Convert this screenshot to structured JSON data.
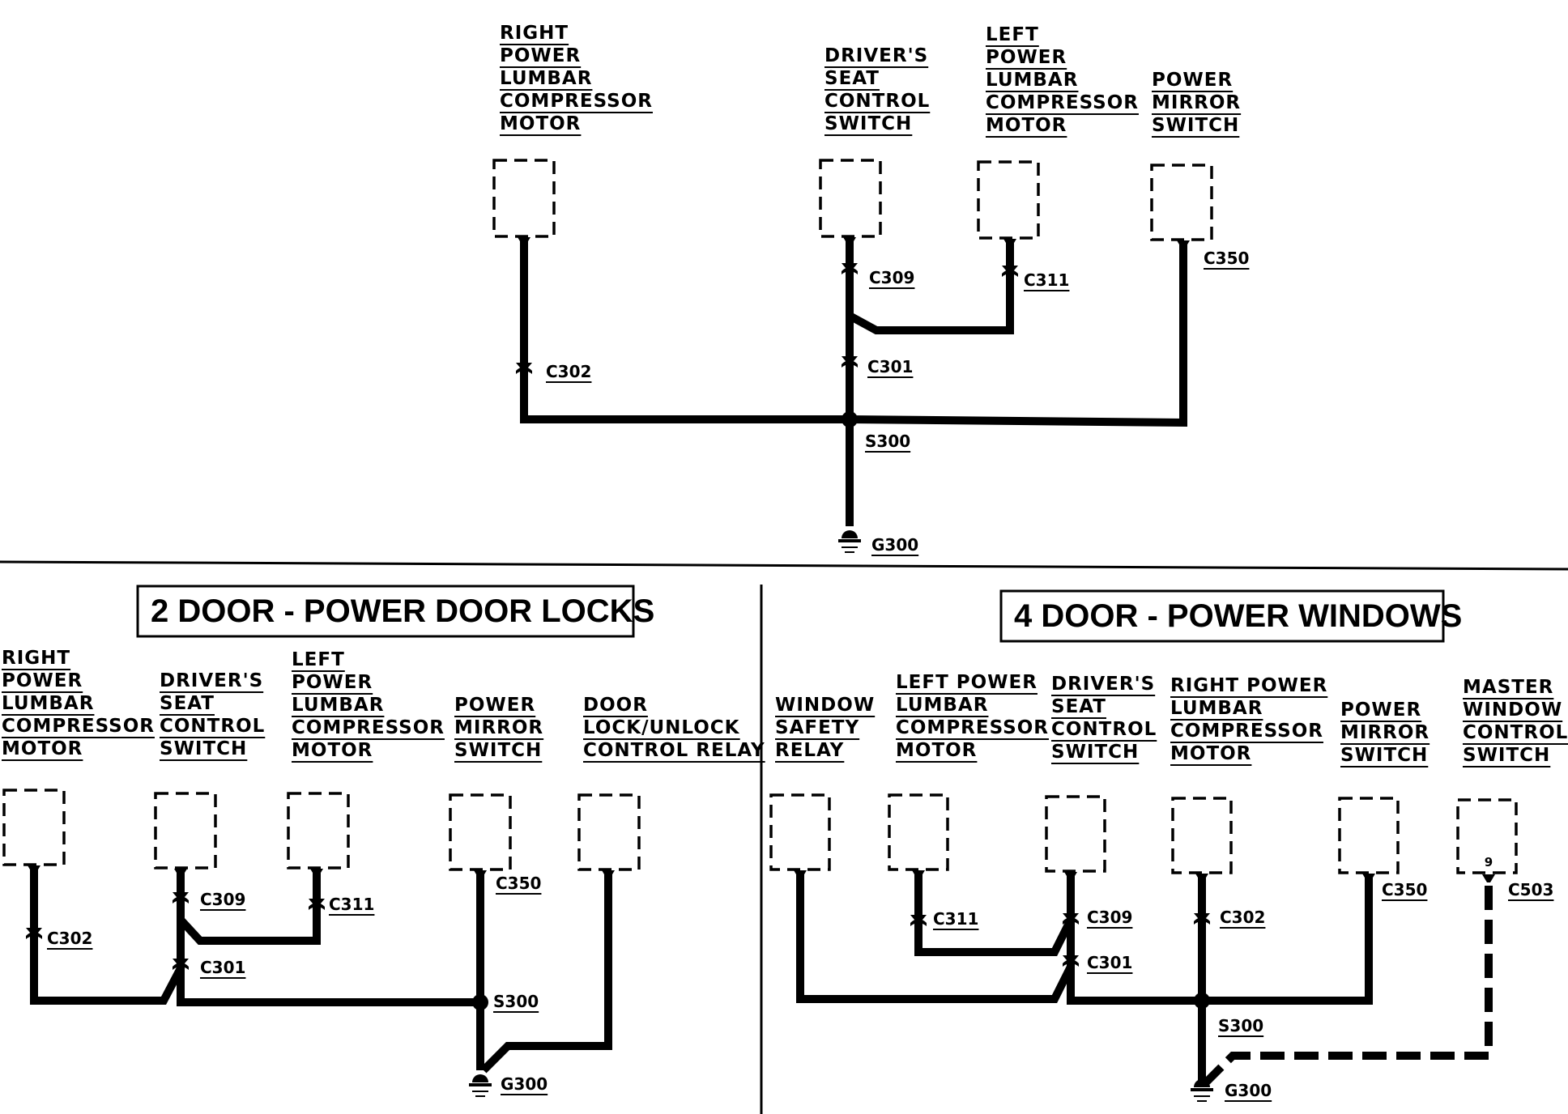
{
  "top": {
    "labels": {
      "right_lumbar": [
        "RIGHT",
        "POWER",
        "LUMBAR",
        "COMPRESSOR",
        "MOTOR"
      ],
      "drivers_seat": [
        "DRIVER'S",
        "SEAT",
        "CONTROL",
        "SWITCH"
      ],
      "left_lumbar": [
        "LEFT",
        "POWER",
        "LUMBAR",
        "COMPRESSOR",
        "MOTOR"
      ],
      "power_mirror": [
        "POWER",
        "MIRROR",
        "SWITCH"
      ]
    },
    "connectors": {
      "c302": "C302",
      "c309": "C309",
      "c311": "C311",
      "c350": "C350",
      "c301": "C301"
    },
    "splice": "S300",
    "ground": "G300"
  },
  "left": {
    "title": "2 DOOR - POWER DOOR LOCKS",
    "labels": {
      "right_lumbar": [
        "RIGHT",
        "POWER",
        "LUMBAR",
        "COMPRESSOR",
        "MOTOR"
      ],
      "drivers_seat": [
        "DRIVER'S",
        "SEAT",
        "CONTROL",
        "SWITCH"
      ],
      "left_lumbar": [
        "LEFT",
        "POWER",
        "LUMBAR",
        "COMPRESSOR",
        "MOTOR"
      ],
      "power_mirror": [
        "POWER",
        "MIRROR",
        "SWITCH"
      ],
      "door_lock": [
        "DOOR",
        "LOCK/UNLOCK",
        "CONTROL RELAY"
      ]
    },
    "connectors": {
      "c302": "C302",
      "c309": "C309",
      "c311": "C311",
      "c350": "C350",
      "c301": "C301"
    },
    "splice": "S300",
    "ground": "G300"
  },
  "right": {
    "title": "4 DOOR - POWER WINDOWS",
    "labels": {
      "window_relay": [
        "WINDOW",
        "SAFETY",
        "RELAY"
      ],
      "left_lumbar": [
        "LEFT POWER",
        "LUMBAR",
        "COMPRESSOR",
        "MOTOR"
      ],
      "drivers_seat": [
        "DRIVER'S",
        "SEAT",
        "CONTROL",
        "SWITCH"
      ],
      "right_lumbar": [
        "RIGHT POWER",
        "LUMBAR",
        "COMPRESSOR",
        "MOTOR"
      ],
      "power_mirror": [
        "POWER",
        "MIRROR",
        "SWITCH"
      ],
      "master_window": [
        "MASTER",
        "WINDOW",
        "CONTROL",
        "SWITCH"
      ]
    },
    "connectors": {
      "c311": "C311",
      "c309": "C309",
      "c302": "C302",
      "c350": "C350",
      "c503": "C503",
      "c301": "C301"
    },
    "pin": "9",
    "splice": "S300",
    "ground": "G300"
  }
}
